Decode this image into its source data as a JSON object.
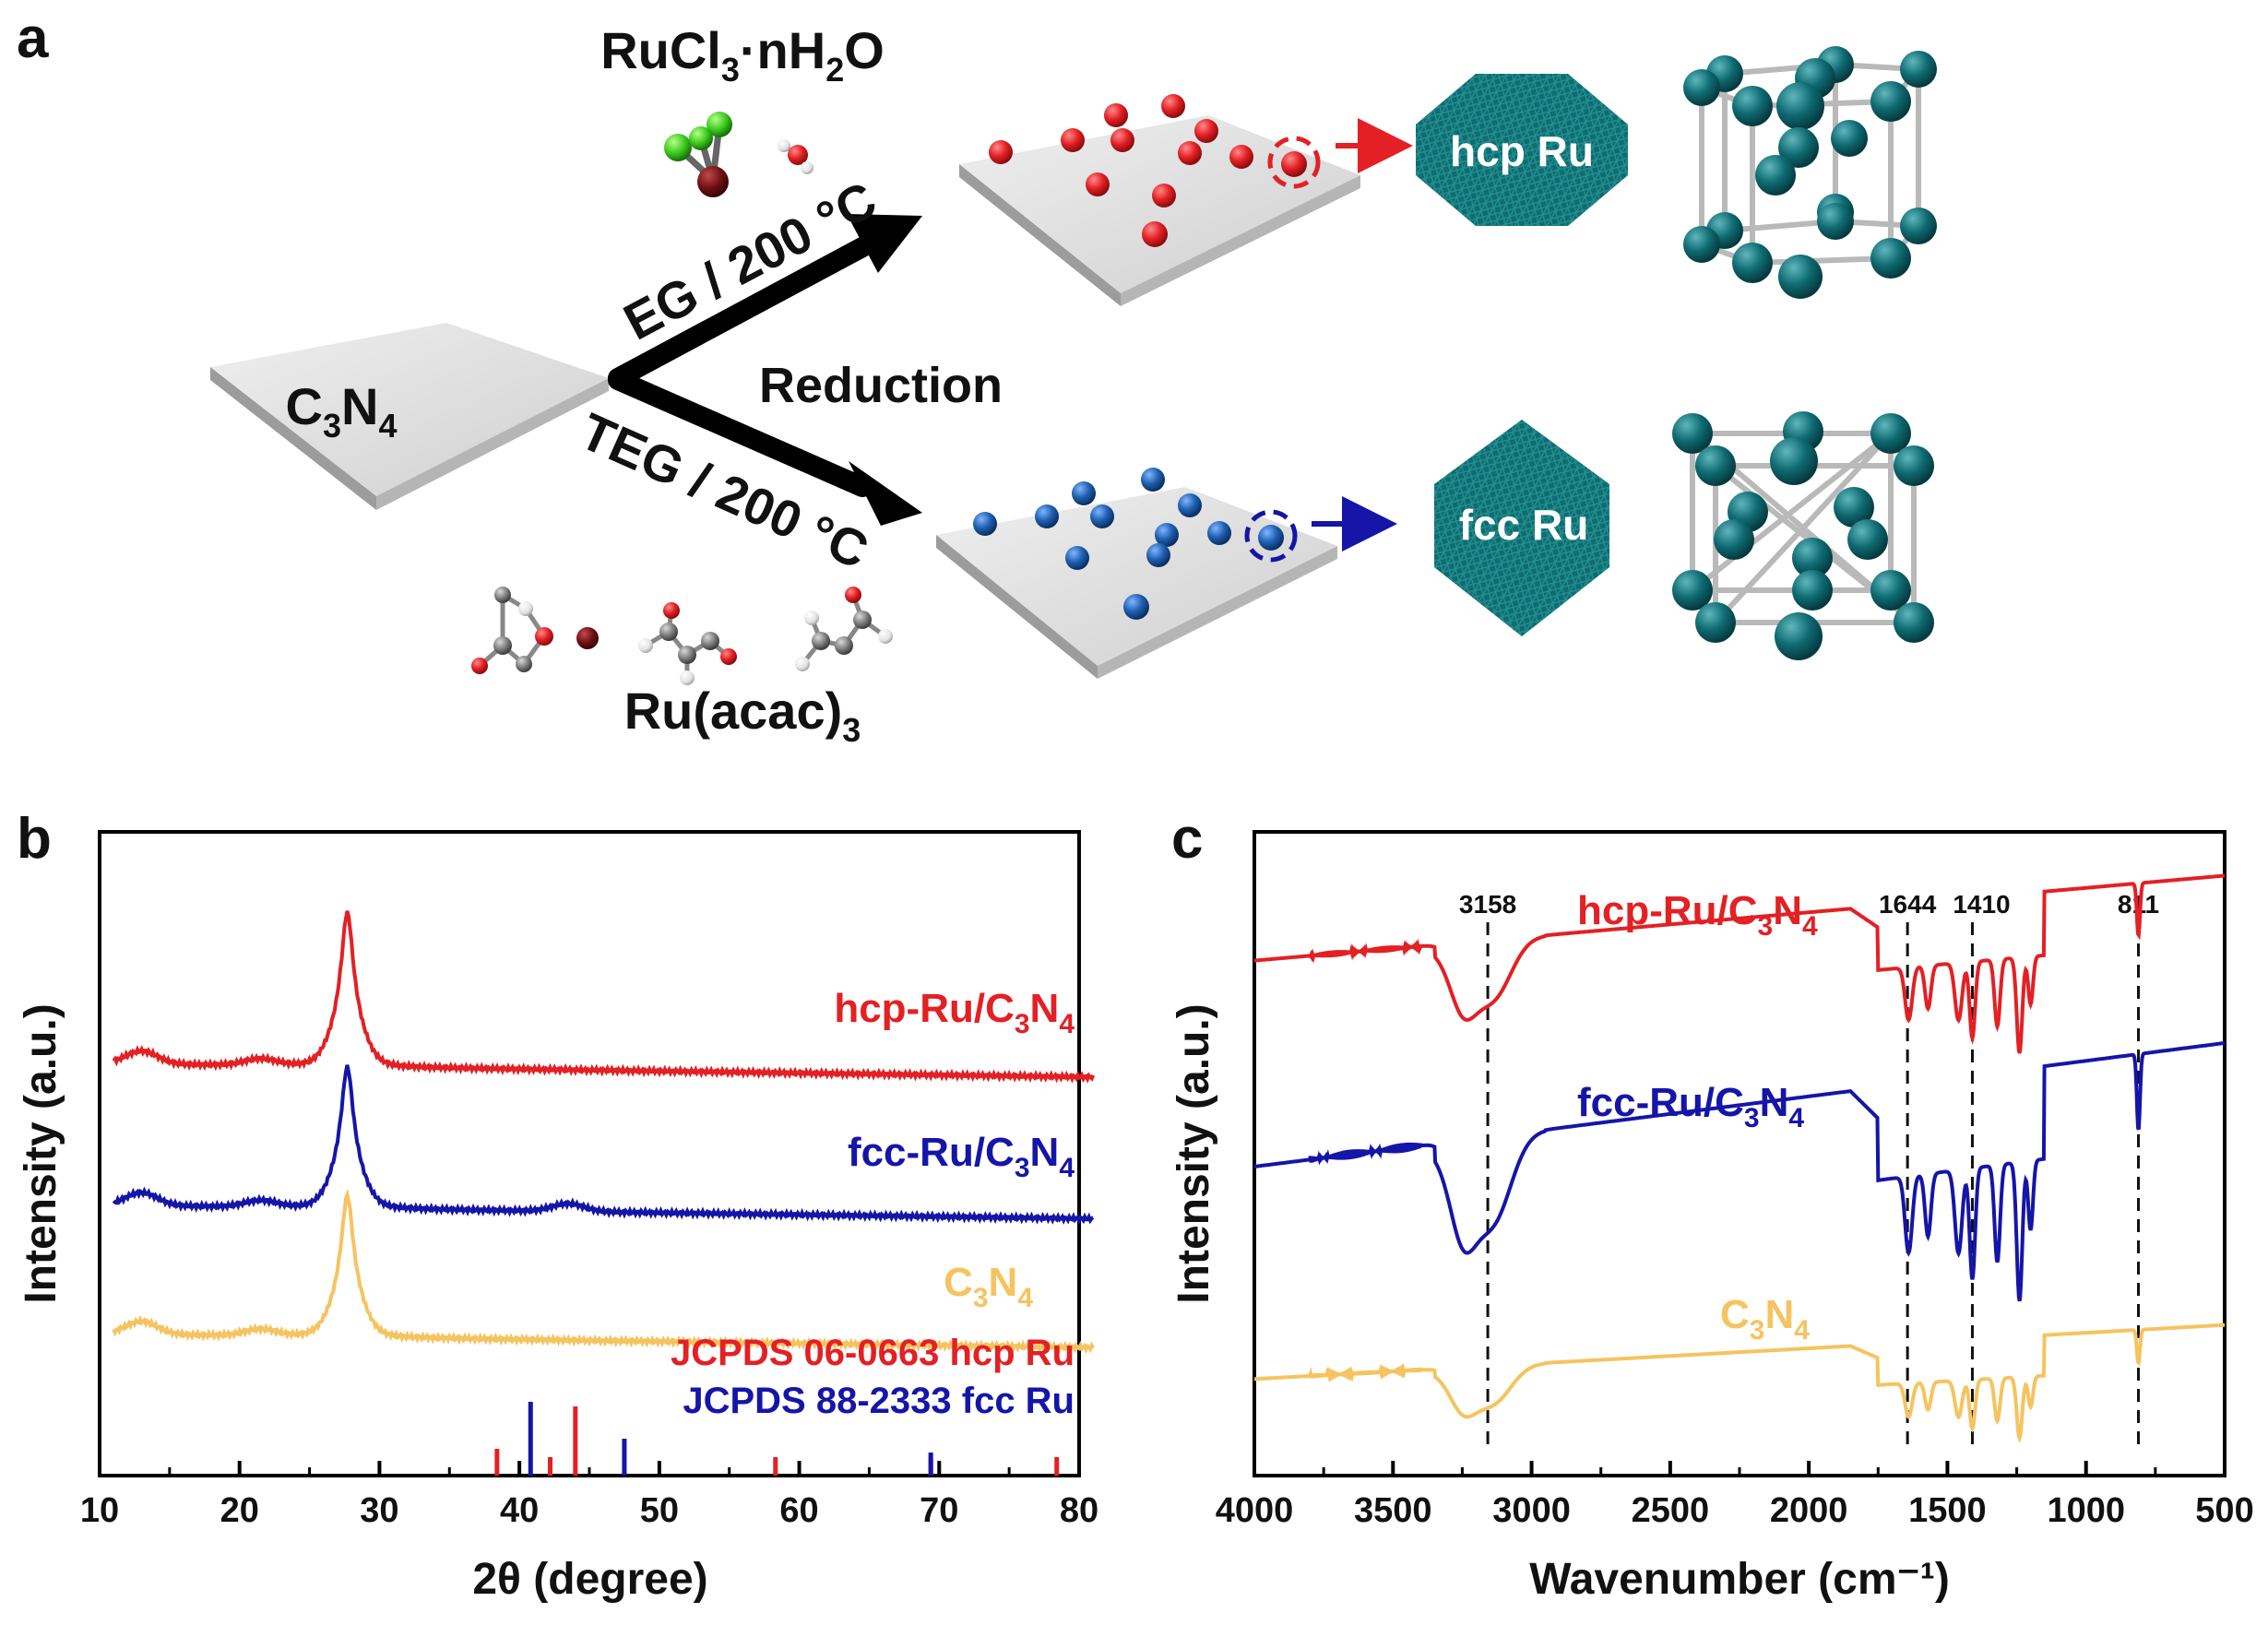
{
  "panel_a": {
    "label": "a",
    "support": "C",
    "support_sub1": "3",
    "support_mid": "N",
    "support_sub2": "4",
    "precursor_top": "RuCl",
    "precursor_top_sub": "3",
    "precursor_top_rest": "·nH",
    "precursor_top_sub2": "2",
    "precursor_top_end": "O",
    "precursor_bottom": "Ru(acac)",
    "precursor_bottom_sub": "3",
    "route_top": "EG / 200 °C",
    "route_bottom": "TEG / 200 °C",
    "middle_label": "Reduction",
    "np_top": "hcp Ru",
    "np_bottom": "fcc Ru",
    "colors": {
      "hcp": "#e32024",
      "fcc": "#1f5fb0",
      "ru": "#0f6b72",
      "support": "#d9d9d9"
    }
  },
  "panel_b": {
    "label": "b",
    "chart_data": {
      "type": "line",
      "xlabel": "2θ (degree)",
      "ylabel": "Intensity (a.u.)",
      "xlim": [
        10,
        80
      ],
      "xticks": [
        10,
        20,
        30,
        40,
        50,
        60,
        70,
        80
      ],
      "series": [
        {
          "name": "hcp-Ru/C3N4",
          "label_main": "hcp-Ru/C",
          "label_sub1": "3",
          "label_mid": "N",
          "label_sub2": "4",
          "color": "#e32024",
          "base": 0.64,
          "peak_x": 27.7,
          "peak_h": 0.24,
          "bumps": [
            [
              13,
              0.02
            ],
            [
              21.5,
              0.01
            ]
          ]
        },
        {
          "name": "fcc-Ru/C3N4",
          "label_main": "fcc-Ru/C",
          "label_sub1": "3",
          "label_mid": "N",
          "label_sub2": "4",
          "color": "#1515a8",
          "base": 0.42,
          "peak_x": 27.7,
          "peak_h": 0.22,
          "bumps": [
            [
              13,
              0.02
            ],
            [
              21.5,
              0.01
            ],
            [
              43.5,
              0.012
            ]
          ]
        },
        {
          "name": "C3N4",
          "label_main": "C",
          "label_sub1": "3",
          "label_mid": "N",
          "label_sub2": "4",
          "color": "#f5c460",
          "base": 0.22,
          "peak_x": 27.7,
          "peak_h": 0.22,
          "bumps": [
            [
              13,
              0.02
            ],
            [
              21.5,
              0.01
            ]
          ]
        }
      ],
      "references": [
        {
          "name": "JCPDS 06-0663 hcp Ru",
          "color": "#e32024",
          "lines": [
            [
              38.4,
              0.29
            ],
            [
              42.2,
              0.2
            ],
            [
              44.0,
              0.75
            ],
            [
              58.3,
              0.2
            ],
            [
              69.4,
              0.2
            ],
            [
              78.4,
              0.2
            ]
          ]
        },
        {
          "name": "JCPDS 88-2333 fcc Ru",
          "color": "#1515a8",
          "lines": [
            [
              40.8,
              0.8
            ],
            [
              47.5,
              0.4
            ],
            [
              69.4,
              0.25
            ]
          ]
        }
      ]
    }
  },
  "panel_c": {
    "label": "c",
    "chart_data": {
      "type": "line",
      "xlabel": "Wavenumber (cm⁻¹)",
      "ylabel": "Intensity (a.u.)",
      "xlim": [
        4000,
        500
      ],
      "xticks": [
        4000,
        3500,
        3000,
        2500,
        2000,
        1500,
        1000,
        500
      ],
      "markers": [
        3158,
        1644,
        1410,
        811
      ],
      "series": [
        {
          "name": "hcp-Ru/C3N4",
          "label_main": "hcp-Ru/C",
          "label_sub1": "3",
          "label_mid": "N",
          "label_sub2": "4",
          "color": "#e32024",
          "offset": 0.8,
          "scale": 0.11
        },
        {
          "name": "fcc-Ru/C3N4",
          "label_main": "fcc-Ru/C",
          "label_sub1": "3",
          "label_mid": "N",
          "label_sub2": "4",
          "color": "#1515a8",
          "offset": 0.48,
          "scale": 0.16
        },
        {
          "name": "C3N4",
          "label_main": "C",
          "label_sub1": "3",
          "label_mid": "N",
          "label_sub2": "4",
          "color": "#f5c460",
          "offset": 0.15,
          "scale": 0.07
        }
      ]
    }
  }
}
